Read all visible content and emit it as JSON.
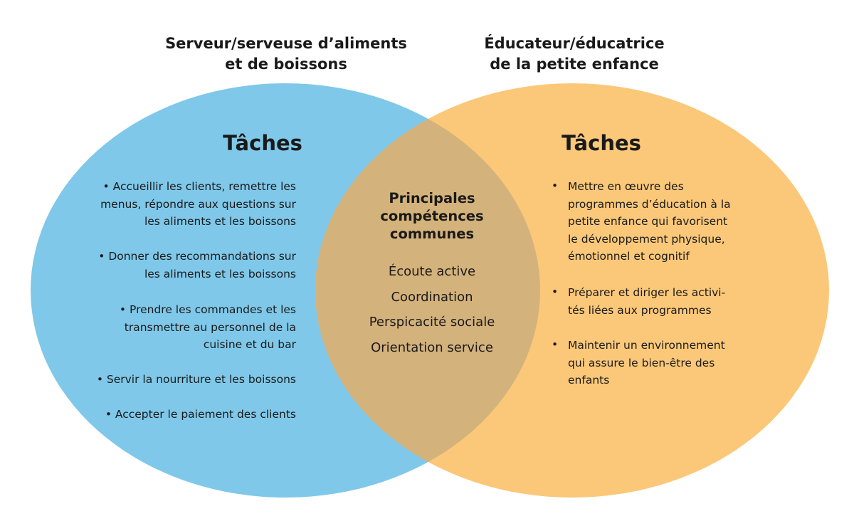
{
  "colors": {
    "left": "#7fc8e9",
    "right": "#fbc879",
    "overlap": "#d4b27b",
    "text": "#1a1a1a"
  },
  "left": {
    "title_lines": [
      "Serveur/serveuse d’aliments",
      "et de boissons"
    ],
    "heading": "Tâches",
    "bullets": [
      {
        "lines": [
          "• Accueillir les clients, remettre les",
          "menus, répondre aux questions sur",
          "les aliments et les boissons"
        ]
      },
      {
        "lines": [
          "• Donner des recommandations sur",
          "les aliments et les boissons"
        ]
      },
      {
        "lines": [
          "• Prendre les commandes et les",
          "transmettre au personnel de la",
          "cuisine et du bar"
        ]
      },
      {
        "lines": [
          "• Servir la nourriture et les boissons"
        ]
      },
      {
        "lines": [
          "• Accepter le paiement des clients"
        ]
      }
    ]
  },
  "right": {
    "title_lines": [
      "Éducateur/éducatrice",
      "de la petite enfance"
    ],
    "heading": "Tâches",
    "bullet_char": "•",
    "bullets": [
      {
        "lines": [
          "Mettre en œuvre des",
          "programmes d’éducation à la",
          "petite enfance qui favorisent",
          "le développement physique,",
          "émotionnel et cognitif"
        ]
      },
      {
        "lines": [
          "Préparer et diriger les activi-",
          "tés liées aux programmes"
        ]
      },
      {
        "lines": [
          "Maintenir un environnement",
          "qui assure le bien-être des",
          "enfants"
        ]
      }
    ]
  },
  "center": {
    "heading_lines": [
      "Principales",
      "compétences",
      "communes"
    ],
    "items": [
      "Écoute active",
      "Coordination",
      "Perspicacité sociale",
      "Orientation service"
    ]
  }
}
